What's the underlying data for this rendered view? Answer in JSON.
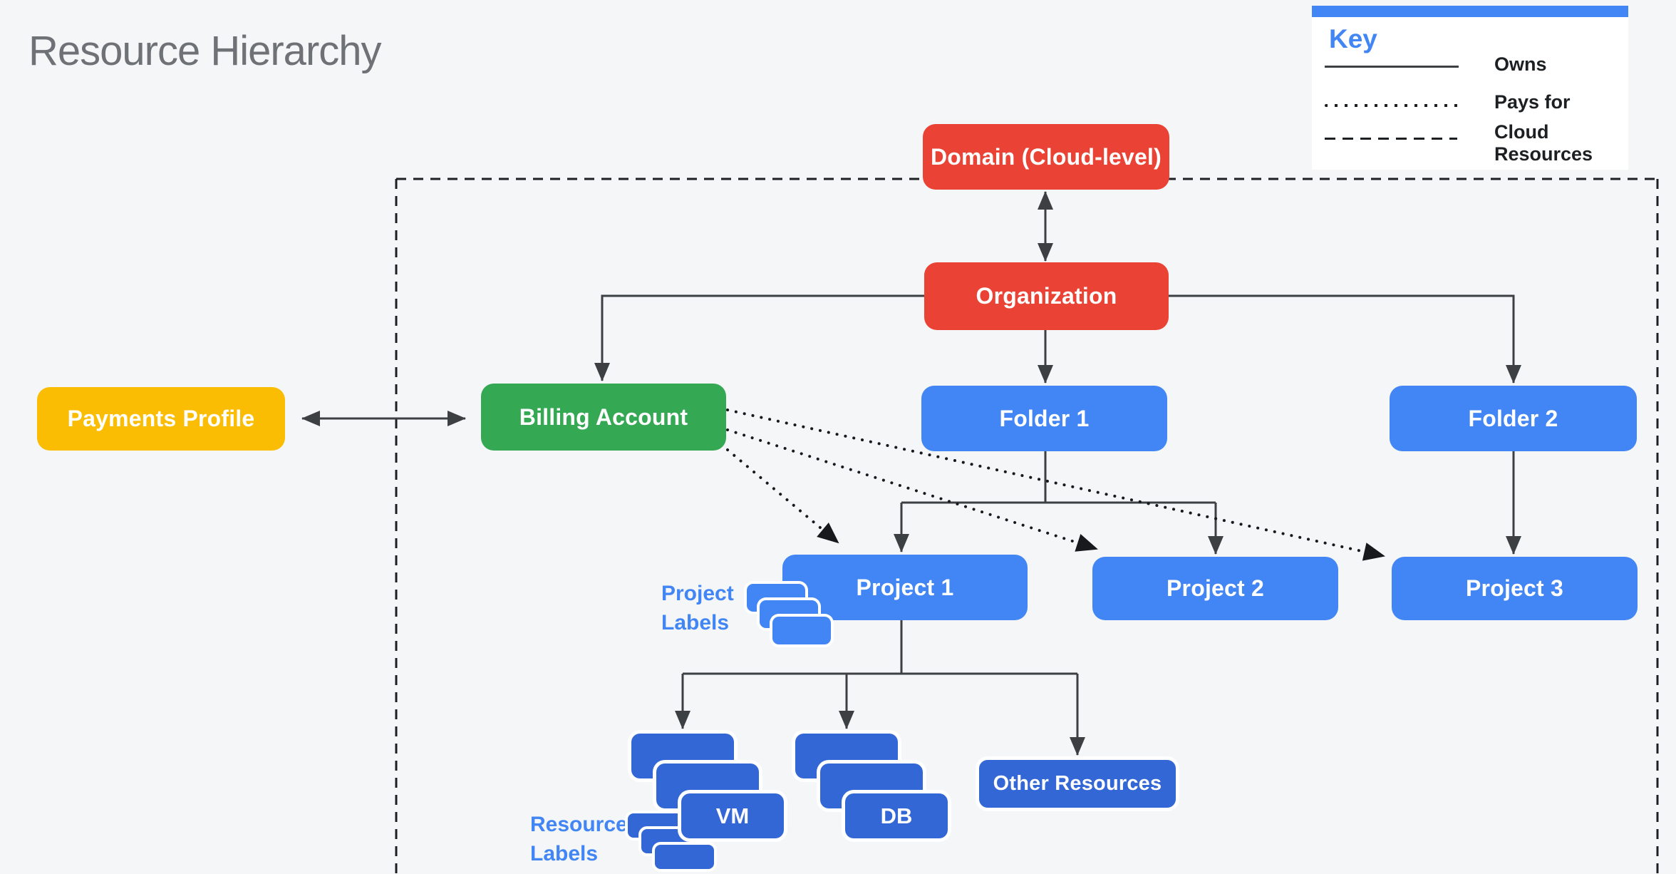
{
  "page": {
    "title": "Resource Hierarchy",
    "background": "#F4F6F8"
  },
  "key": {
    "title": "Key",
    "accent_color": "#4285F4",
    "entries": [
      {
        "line_style": "solid",
        "label": "Owns"
      },
      {
        "line_style": "dotted",
        "label": "Pays for"
      },
      {
        "line_style": "dashed",
        "label": "Cloud Resources"
      }
    ]
  },
  "nodes": {
    "domain": {
      "label": "Domain (Cloud-level)",
      "color": "#EA4335"
    },
    "organization": {
      "label": "Organization",
      "color": "#EA4335"
    },
    "payments_profile": {
      "label": "Payments Profile",
      "color": "#FBBC04"
    },
    "billing_account": {
      "label": "Billing Account",
      "color": "#34A853"
    },
    "folder_1": {
      "label": "Folder 1",
      "color": "#4285F4"
    },
    "folder_2": {
      "label": "Folder 2",
      "color": "#4285F4"
    },
    "project_1": {
      "label": "Project 1",
      "color": "#4285F4"
    },
    "project_2": {
      "label": "Project 2",
      "color": "#4285F4"
    },
    "project_3": {
      "label": "Project 3",
      "color": "#4285F4"
    },
    "vm": {
      "label": "VM",
      "color": "#3367D6"
    },
    "db": {
      "label": "DB",
      "color": "#3367D6"
    },
    "other_resources": {
      "label": "Other Resources",
      "color": "#3367D6"
    }
  },
  "annotations": {
    "project_labels": {
      "line1": "Project",
      "line2": "Labels",
      "color": "#4285F4",
      "chip_color": "#4285F4"
    },
    "resource_labels": {
      "line1": "Resource",
      "line2": "Labels",
      "color": "#4285F4",
      "chip_color": "#3367D6"
    }
  },
  "connector_color": "#3C4043",
  "boundary_color": "#1d2023"
}
